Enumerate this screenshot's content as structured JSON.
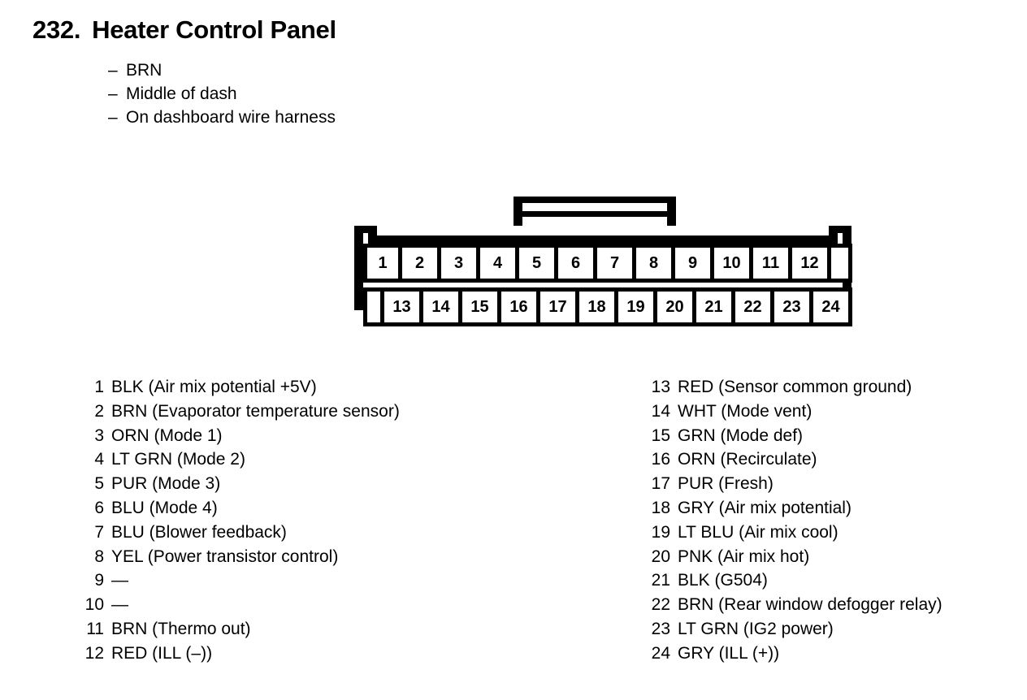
{
  "heading": {
    "number": "232.",
    "title": "Heater Control Panel",
    "bullets": [
      {
        "dash": "–",
        "text": "BRN"
      },
      {
        "dash": "–",
        "text": "Middle of dash"
      },
      {
        "dash": "–",
        "text": "On dashboard wire harness"
      }
    ]
  },
  "connector": {
    "top_row": [
      "1",
      "2",
      "3",
      "4",
      "5",
      "6",
      "7",
      "8",
      "9",
      "10",
      "11",
      "12"
    ],
    "bottom_row": [
      "13",
      "14",
      "15",
      "16",
      "17",
      "18",
      "19",
      "20",
      "21",
      "22",
      "23",
      "24"
    ],
    "latch": "latch-bracket"
  },
  "pin_legend": {
    "left": [
      {
        "num": "1",
        "desc": "BLK (Air mix potential +5V)"
      },
      {
        "num": "2",
        "desc": "BRN (Evaporator temperature sensor)"
      },
      {
        "num": "3",
        "desc": "ORN (Mode 1)"
      },
      {
        "num": "4",
        "desc": "LT GRN (Mode 2)"
      },
      {
        "num": "5",
        "desc": "PUR (Mode 3)"
      },
      {
        "num": "6",
        "desc": "BLU (Mode 4)"
      },
      {
        "num": "7",
        "desc": "BLU (Blower feedback)"
      },
      {
        "num": "8",
        "desc": "YEL (Power transistor control)"
      },
      {
        "num": "9",
        "desc": "—"
      },
      {
        "num": "10",
        "desc": "—"
      },
      {
        "num": "11",
        "desc": "BRN (Thermo out)"
      },
      {
        "num": "12",
        "desc": "RED (ILL (–))"
      }
    ],
    "right": [
      {
        "num": "13",
        "desc": "RED (Sensor common ground)"
      },
      {
        "num": "14",
        "desc": "WHT (Mode vent)"
      },
      {
        "num": "15",
        "desc": "GRN (Mode def)"
      },
      {
        "num": "16",
        "desc": "ORN (Recirculate)"
      },
      {
        "num": "17",
        "desc": "PUR (Fresh)"
      },
      {
        "num": "18",
        "desc": "GRY (Air mix potential)"
      },
      {
        "num": "19",
        "desc": "LT BLU (Air mix cool)"
      },
      {
        "num": "20",
        "desc": "PNK (Air mix hot)"
      },
      {
        "num": "21",
        "desc": "BLK (G504)"
      },
      {
        "num": "22",
        "desc": "BRN (Rear window defogger relay)"
      },
      {
        "num": "23",
        "desc": "LT GRN (IG2 power)"
      },
      {
        "num": "24",
        "desc": "GRY (ILL (+))"
      }
    ]
  },
  "colors": {
    "ink": "#000000",
    "paper": "#ffffff"
  }
}
